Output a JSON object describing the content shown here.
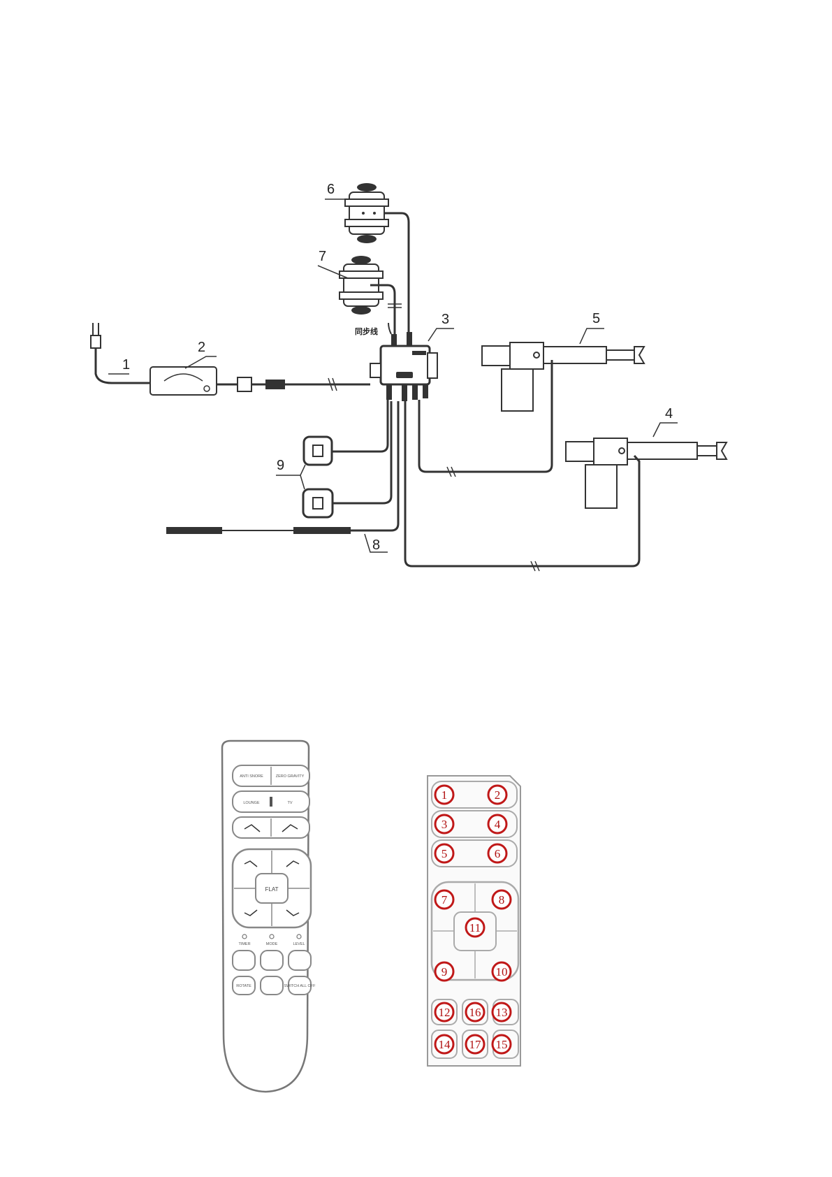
{
  "wiring": {
    "callouts": [
      "1",
      "2",
      "3",
      "4",
      "5",
      "6",
      "7",
      "8",
      "9"
    ],
    "sync_cable_label": "同步线"
  },
  "remote": {
    "buttons": {
      "row1": [
        "ANTI SNORE",
        "ZERO GRAVITY"
      ],
      "row2": [
        "LOUNGE",
        "TV"
      ],
      "flat": "FLAT",
      "indicators": [
        "TIMER",
        "MODE",
        "LEVEL"
      ],
      "row6": [
        "ROTATE",
        "",
        "SWITCH ALL OFF"
      ]
    }
  },
  "key_map": {
    "numbers": [
      "1",
      "2",
      "3",
      "4",
      "5",
      "6",
      "7",
      "8",
      "9",
      "10",
      "11",
      "12",
      "13",
      "14",
      "15",
      "16",
      "17"
    ],
    "marker_color": "#c01818"
  }
}
